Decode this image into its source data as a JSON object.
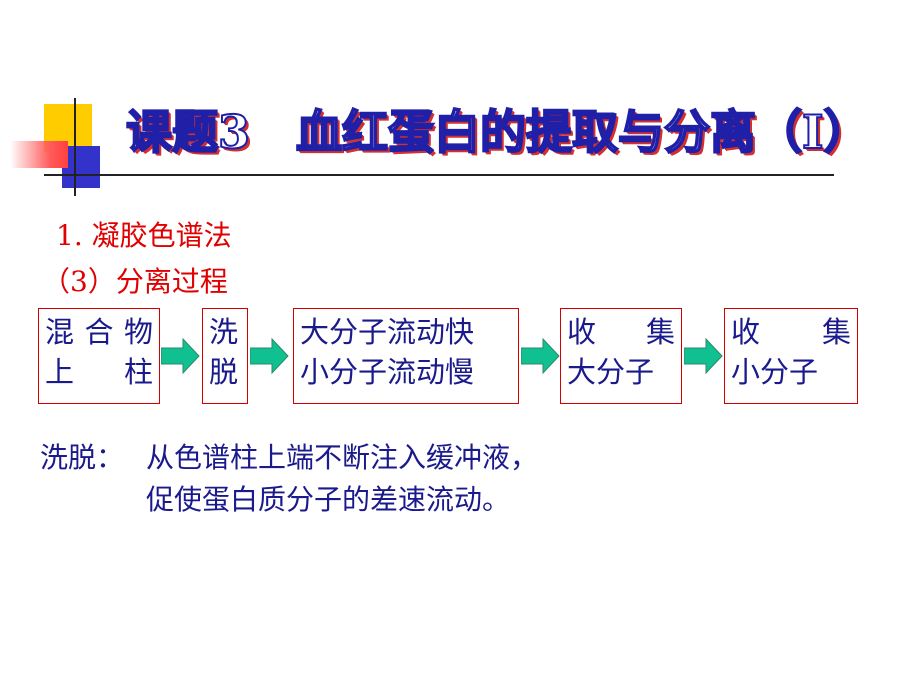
{
  "title": "课题3　血红蛋白的提取与分离（Ⅰ）",
  "heading1": "1. 凝胶色谱法",
  "heading2": "（3）分离过程",
  "flow": {
    "box1": {
      "line1": [
        "混",
        "合",
        "物"
      ],
      "line2": [
        "上",
        "柱"
      ]
    },
    "box2": {
      "line1": [
        "洗"
      ],
      "line2": [
        "脱"
      ]
    },
    "box3": {
      "line1": "大分子流动快",
      "line2": "小分子流动慢"
    },
    "box4": {
      "line1": [
        "收",
        "集"
      ],
      "line2": "大分子"
    },
    "box5": {
      "line1": [
        "收",
        "集"
      ],
      "line2": "小分子"
    }
  },
  "note": {
    "label": "洗脱：",
    "line1": "从色谱柱上端不断注入缓冲液，",
    "line2": "促使蛋白质分子的差速流动。"
  },
  "colors": {
    "box_border": "#d40000",
    "text_blue": "#1a1a8c",
    "text_red": "#e00000",
    "arrow_green": "#10c090"
  }
}
